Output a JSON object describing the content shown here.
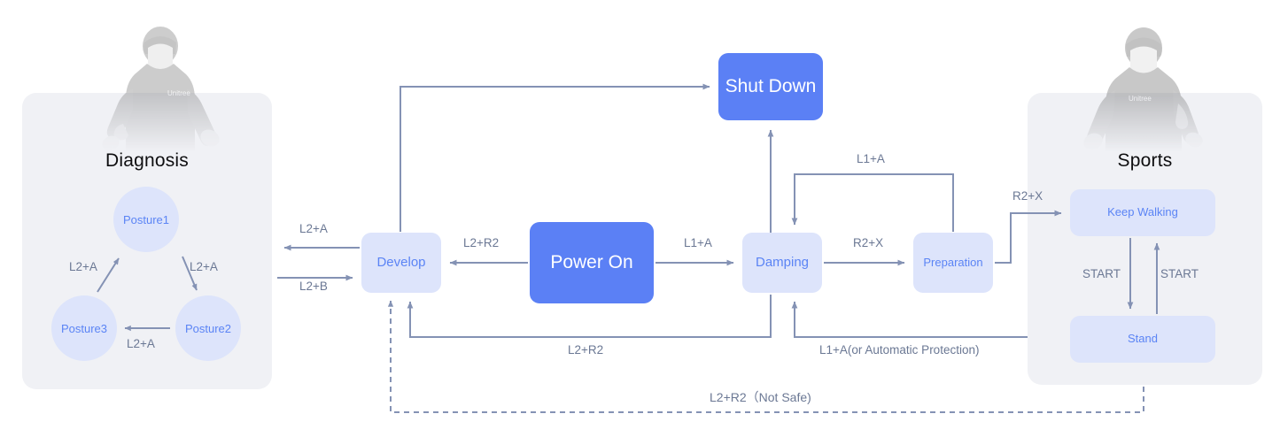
{
  "diagram": {
    "type": "state-flow",
    "panels": [
      {
        "id": "diagnosis",
        "title": "Diagnosis",
        "nodes": [
          "Posture1",
          "Posture2",
          "Posture3"
        ]
      },
      {
        "id": "sports",
        "title": "Sports",
        "nodes": [
          "Keep Walking",
          "Stand"
        ]
      }
    ],
    "nodes": {
      "develop": "Develop",
      "power_on": "Power On",
      "shut_down": "Shut Down",
      "damping": "Damping",
      "preparation": "Preparation",
      "keep_walking": "Keep Walking",
      "stand": "Stand",
      "posture1": "Posture1",
      "posture2": "Posture2",
      "posture3": "Posture3"
    },
    "edges": [
      {
        "from": "power_on",
        "to": "develop",
        "label": "L2+R2"
      },
      {
        "from": "power_on",
        "to": "damping",
        "label": "L1+A"
      },
      {
        "from": "develop",
        "to": "shut_down",
        "label": ""
      },
      {
        "from": "damping",
        "to": "shut_down",
        "label": ""
      },
      {
        "from": "develop",
        "to": "diagnosis",
        "label": "L2+A"
      },
      {
        "from": "diagnosis",
        "to": "develop",
        "label": "L2+B"
      },
      {
        "from": "damping",
        "to": "preparation",
        "label": "R2+X"
      },
      {
        "from": "preparation",
        "to": "damping",
        "label": "L1+A"
      },
      {
        "from": "preparation",
        "to": "keep_walking",
        "label": "R2+X"
      },
      {
        "from": "keep_walking",
        "to": "stand",
        "label": "START"
      },
      {
        "from": "stand",
        "to": "keep_walking",
        "label": "START"
      },
      {
        "from": "damping",
        "to": "develop",
        "label": "L2+R2"
      },
      {
        "from": "sports",
        "to": "damping",
        "label": "L1+A(or Automatic Protection)"
      },
      {
        "from": "sports",
        "to": "develop",
        "label": "L2+R2（Not Safe)",
        "style": "dashed"
      },
      {
        "from": "posture1",
        "to": "posture2",
        "label": "L2+A"
      },
      {
        "from": "posture2",
        "to": "posture3",
        "label": "L2+A"
      },
      {
        "from": "posture3",
        "to": "posture1",
        "label": "L2+A"
      }
    ],
    "labels": {
      "l2_r2_power_develop": "L2+R2",
      "l1_a_power_damping": "L1+A",
      "l2_a_develop_out": "L2+A",
      "l2_b_develop_in": "L2+B",
      "r2_x_damping_prep": "R2+X",
      "l1_a_prep_damping": "L1+A",
      "r2_x_prep_walk": "R2+X",
      "start_down": "START",
      "start_up": "START",
      "l2_r2_bottom": "L2+R2",
      "l1_a_protection": "L1+A(or Automatic Protection)",
      "l2_r2_not_safe": "L2+R2（Not Safe)",
      "posture_cycle_1": "L2+A",
      "posture_cycle_2": "L2+A",
      "posture_cycle_3": "L2+A"
    },
    "colors": {
      "accent_solid": "#5b80f5",
      "node_light_bg": "#dde4fb",
      "node_light_text": "#5b84f5",
      "panel_bg": "#f0f1f5",
      "wire": "#8492b4",
      "label_text": "#6b7894",
      "title_text": "#0e0e10"
    },
    "brand_text": "Unitree"
  }
}
